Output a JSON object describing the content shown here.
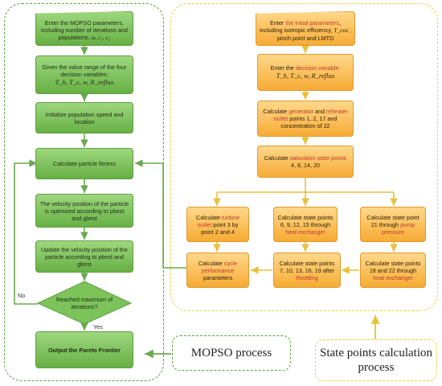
{
  "colors": {
    "green_region": "#5aa33e",
    "yellow_region": "#e8d43a",
    "green_node": "#7cc35a",
    "orange_node": "#f8b84a",
    "arrow_green": "#6aa84f",
    "arrow_yellow": "#e8c13a"
  },
  "mopso": {
    "start_pre": "Enter the MOPSO parameters, including number of iterations and populations,",
    "start_math": "ω, c₁, c₂",
    "range_pre": "Given the value range of the four decision variables:",
    "range_math": "T_h, T_c, w, R_reflux",
    "init": "Initialize population speed and location",
    "fitness": "Calculate particle fitness",
    "velocity1": "The velocity position of the particle is optimized according to pbest and gbest",
    "velocity2": "Update the velocity position of the particle according to pbest and gbest",
    "decision": "Reached maximum of iterations?",
    "no": "No",
    "yes": "Yes",
    "output": "Output the Pareto Frontier"
  },
  "state": {
    "initial_a": "Enter ",
    "initial_b": "the initial parameters",
    "initial_c": ", including isotropic efficiency, ",
    "initial_math": "T_eva",
    "initial_d": " , pinch point and LMTD",
    "decision_a": "Enter the ",
    "decision_b": "decision variable:",
    "decision_math": "T_h, T_c, w, R_reflux",
    "gen_a": "Calculate ",
    "gen_b": "generator",
    "gen_c": " and ",
    "gen_d": "reheater outlet",
    "gen_e": " points 1, 2, 17 and concentration of 22",
    "sat_a": "Calculate ",
    "sat_b": "saturation state points",
    "sat_c": " 4, 8, 14, 20",
    "turb_a": "Calculate ",
    "turb_b": "turbine outlet",
    "turb_c": " point 3 by point 2 and 4",
    "he_a": "Calculate state points 6, 9, 12, 15 through ",
    "he_b": "heat exchanger",
    "pump_a": "Calculate state point 21 through ",
    "pump_b": "pump pressure",
    "cycle_a": "Calculate ",
    "cycle_b": "cycle performance",
    "cycle_c": " parameters",
    "throt_a": "Calculate state points 7, 10, 13, 16, 19 after ",
    "throt_b": "throttling",
    "he2_a": "Calculate state points 18 and 22 through ",
    "he2_b": "heat exchanger"
  },
  "legend": {
    "mopso": "MOPSO process",
    "state": "State points calculation process"
  }
}
